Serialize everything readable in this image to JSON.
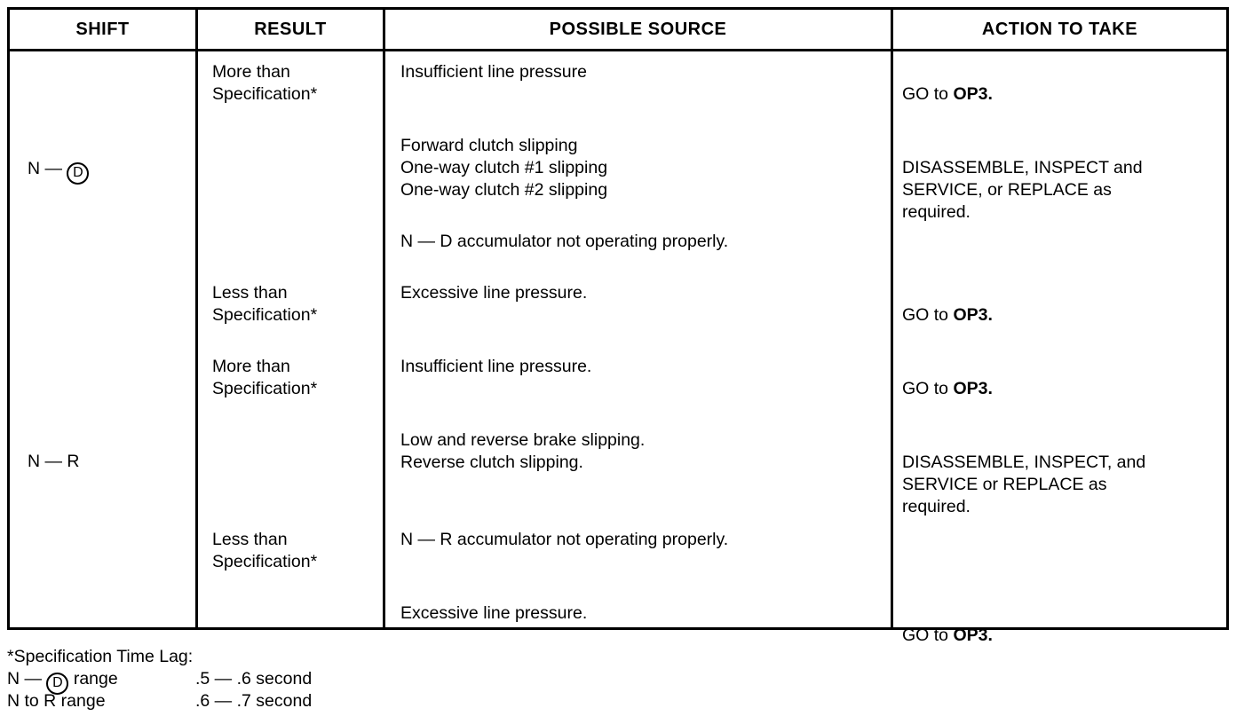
{
  "table": {
    "headers": [
      {
        "label": "SHIFT"
      },
      {
        "label": "RESULT"
      },
      {
        "label": "POSSIBLE SOURCE"
      },
      {
        "label": "ACTION TO TAKE"
      }
    ],
    "shift_groups": [
      {
        "id": "n-d",
        "prefix": "N — ",
        "circled": "D",
        "suffix": ""
      },
      {
        "id": "n-r",
        "prefix": "N — R",
        "circled": "",
        "suffix": ""
      }
    ],
    "result_cells": [
      {
        "text": "More than\nSpecification*"
      },
      {
        "text": "Less than\nSpecification*"
      },
      {
        "text": "More than\nSpecification*"
      },
      {
        "text": "Less than\nSpecification*"
      }
    ],
    "source_cells": [
      {
        "text": "Insufficient line pressure"
      },
      {
        "text": "Forward clutch slipping\nOne-way clutch #1 slipping\nOne-way clutch #2 slipping"
      },
      {
        "text": "N — D accumulator not operating properly."
      },
      {
        "text": "Excessive line pressure."
      },
      {
        "text": "Insufficient line pressure."
      },
      {
        "text": "Low and reverse brake slipping.\nReverse clutch slipping."
      },
      {
        "text": "N — R accumulator not operating properly."
      },
      {
        "text": "Excessive line pressure."
      }
    ],
    "action_cells": [
      {
        "plain": "GO to ",
        "bold": "OP3."
      },
      {
        "plain": "DISASSEMBLE, INSPECT and\nSERVICE, or REPLACE as\nrequired.",
        "bold": ""
      },
      {
        "plain": "GO to ",
        "bold": "OP3."
      },
      {
        "plain": "GO to ",
        "bold": "OP3."
      },
      {
        "plain": "DISASSEMBLE, INSPECT, and\nSERVICE or REPLACE as\nrequired.",
        "bold": ""
      },
      {
        "plain": "GO to ",
        "bold": "OP3."
      }
    ]
  },
  "footnote": {
    "title": "*Specification Time Lag:",
    "rows": [
      {
        "label_prefix": "N — ",
        "label_circled": "D",
        "label_suffix": " range",
        "value": ".5 — .6 second"
      },
      {
        "label_prefix": "N to R range",
        "label_circled": "",
        "label_suffix": "",
        "value": ".6 — .7 second"
      }
    ]
  },
  "colors": {
    "ink": "#000000",
    "paper": "#ffffff"
  }
}
